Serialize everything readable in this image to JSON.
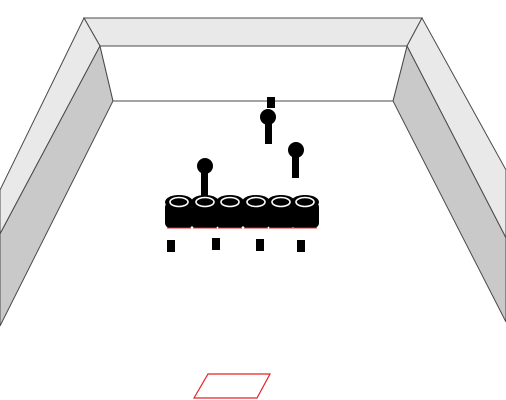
{
  "scene": {
    "type": "3d-arena",
    "colors": {
      "background": "#ffffff",
      "wall_top": "#e9e9e9",
      "wall_inner": "#c9c9c9",
      "wall_edge": "#4a4a4a",
      "objects": "#000000",
      "tube_rim": "#ffffff",
      "accent": "#e0242a"
    }
  },
  "tubes": [
    {
      "id": 1
    },
    {
      "id": 2
    },
    {
      "id": 3
    },
    {
      "id": 4
    },
    {
      "id": 5
    },
    {
      "id": 6
    }
  ],
  "pegs": [
    {
      "id": "a"
    },
    {
      "id": "b"
    },
    {
      "id": "c"
    },
    {
      "id": "d"
    }
  ],
  "levers": [
    {
      "id": "left",
      "has_ball": true
    },
    {
      "id": "center",
      "has_ball": true,
      "has_block": true
    },
    {
      "id": "right",
      "has_ball": true
    }
  ],
  "target_zone": {
    "color": "#e0242a",
    "shape": "parallelogram"
  }
}
